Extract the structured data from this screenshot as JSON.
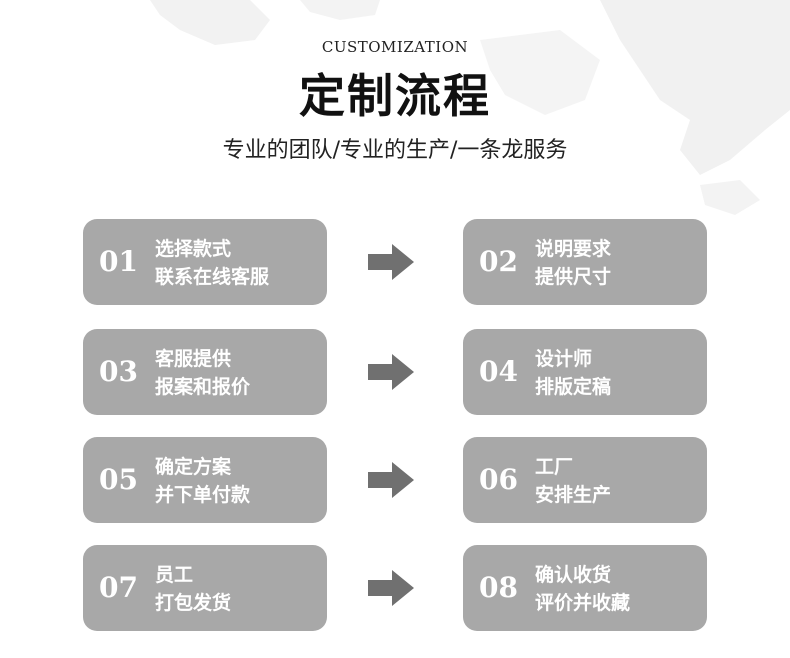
{
  "header": {
    "eyebrow": "CUSTOMIZATION",
    "title": "定制流程",
    "subtitle": "专业的团队/专业的生产/一条龙服务"
  },
  "colors": {
    "card": "#a8a8a8",
    "card_text": "#ffffff",
    "arrow": "#707070",
    "title_text": "#111111"
  },
  "steps": [
    {
      "num": "01",
      "line1": "选择款式",
      "line2": "联系在线客服"
    },
    {
      "num": "02",
      "line1": "说明要求",
      "line2": "提供尺寸"
    },
    {
      "num": "03",
      "line1": "客服提供",
      "line2": "报案和报价"
    },
    {
      "num": "04",
      "line1": "设计师",
      "line2": "排版定稿"
    },
    {
      "num": "05",
      "line1": "确定方案",
      "line2": "并下单付款"
    },
    {
      "num": "06",
      "line1": "工厂",
      "line2": "安排生产"
    },
    {
      "num": "07",
      "line1": "员工",
      "line2": "打包发货"
    },
    {
      "num": "08",
      "line1": "确认收货",
      "line2": "评价并收藏"
    }
  ],
  "arrows": [
    {
      "icon": "arrow-right-icon"
    },
    {
      "icon": "arrow-right-icon"
    },
    {
      "icon": "arrow-right-icon"
    },
    {
      "icon": "arrow-right-icon"
    }
  ]
}
